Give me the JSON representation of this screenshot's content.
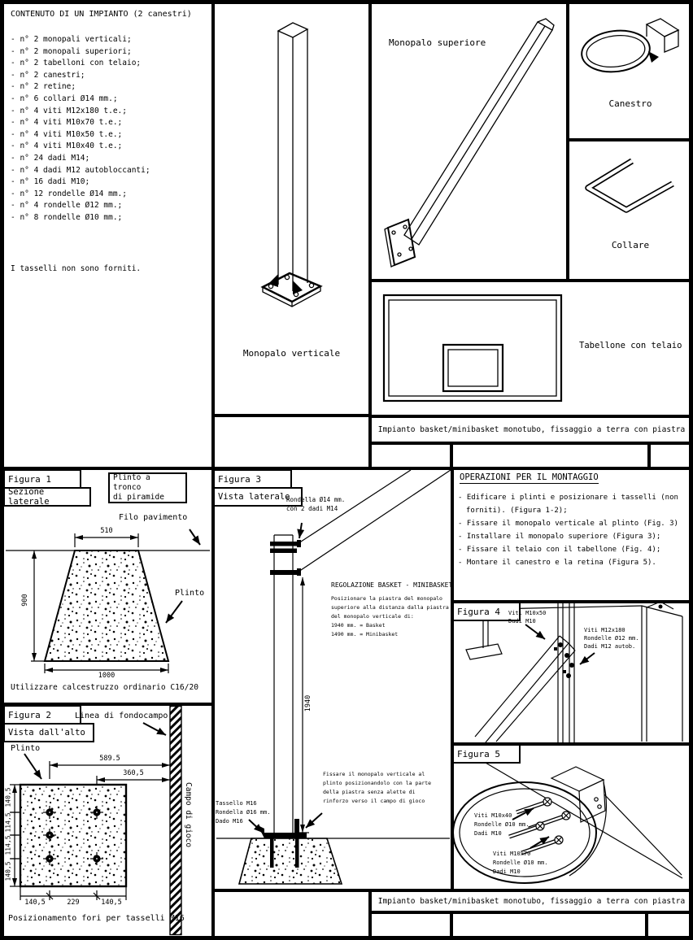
{
  "colors": {
    "ink": "#000000",
    "paper": "#ffffff"
  },
  "parts": {
    "title": "CONTENUTO DI UN IMPIANTO (2 canestri)",
    "items": [
      "- n° 2 monopali verticali;",
      "- n° 2 monopali superiori;",
      "- n° 2 tabelloni con telaio;",
      "- n° 2 canestri;",
      "- n° 2 retine;",
      "- n° 6 collari Ø14 mm.;",
      "- n° 4 viti M12x180 t.e.;",
      "- n° 4 viti M10x70 t.e.;",
      "- n° 4 viti M10x50 t.e.;",
      "- n° 4 viti M10x40 t.e.;",
      "- n° 24 dadi M14;",
      "- n° 4 dadi M12 autobloccanti;",
      "- n° 16 dadi M10;",
      "- n° 12 rondelle Ø14 mm.;",
      "- n° 4 rondelle Ø12 mm.;",
      "- n° 8 rondelle Ø10 mm.;"
    ],
    "note": "I tasselli non sono forniti."
  },
  "views": {
    "mono_vert": "Monopalo verticale",
    "mono_sup": "Monopalo superiore",
    "canestro": "Canestro",
    "collare": "Collare",
    "tabellone": "Tabellone con telaio"
  },
  "project_title": "Impianto basket/minibasket monotubo, fissaggio a terra con piastra",
  "fig1": {
    "tag": "Figura 1",
    "view": "Sezione laterale",
    "callout": "Plinto a tronco\ndi piramide",
    "floor": "Filo pavimento",
    "plinto": "Plinto",
    "dim_top": "510",
    "dim_h": "900",
    "dim_w": "1000",
    "note": "Utilizzare calcestruzzo ordinario C16/20"
  },
  "fig2": {
    "tag": "Figura 2",
    "view": "Vista dall'alto",
    "baseline": "Linea di fondocampo",
    "plinto": "Plinto",
    "dim_a": "589.5",
    "dim_b": "360,5",
    "dims_v": [
      "140,5",
      "114,5",
      "114,5",
      "140,5"
    ],
    "dims_h": [
      "140,5",
      "229",
      "140,5"
    ],
    "campo": "Campo di gioco",
    "caption": "Posizionamento fori per tasselli M16"
  },
  "fig3": {
    "tag": "Figura 3",
    "view": "Vista laterale",
    "washer": "Rondella Ø14 mm.\ncon 2 dadi M14",
    "reg_title": "REGOLAZIONE BASKET - MINIBASKET",
    "reg_body": "Posizionare la piastra del monopalo\nsuperiore alla distanza dalla piastra\ndel monopalo verticale di:\n1940 mm. = Basket\n1490 mm. = Minibasket",
    "dim": "1940",
    "tassello": "Tassello M16\nRondella Ø16 mm.\nDado M16",
    "fissare": "Fissare il monopalo verticale al\nplinto posizionandolo con la parte\ndella piastra senza alette di\nrinforzo verso il campo di gioco"
  },
  "oper": {
    "title": "OPERAZIONI PER IL MONTAGGIO",
    "steps": [
      "- Edificare i plinti e posizionare i tasselli (non forniti). (Figura 1-2);",
      "- Fissare il monopalo verticale al plinto (Fig. 3)",
      "- Installare il monopalo superiore (Figura 3);",
      "- Fissare il telaio con il tabellone (Fig. 4);",
      "- Montare il canestro e la retina (Figura 5)."
    ]
  },
  "fig4": {
    "tag": "Figura 4",
    "note1": "Viti M10x50\nDadi M10",
    "note2": "Viti M12x180\nRondelle Ø12 mm.\nDadi M12 autob."
  },
  "fig5": {
    "tag": "Figura 5",
    "note1": "Viti M10x40\nRondelle Ø10 mm.\nDadi M10",
    "note2": "Viti M10x70\nRondelle Ø10 mm.\nDadi M10"
  }
}
